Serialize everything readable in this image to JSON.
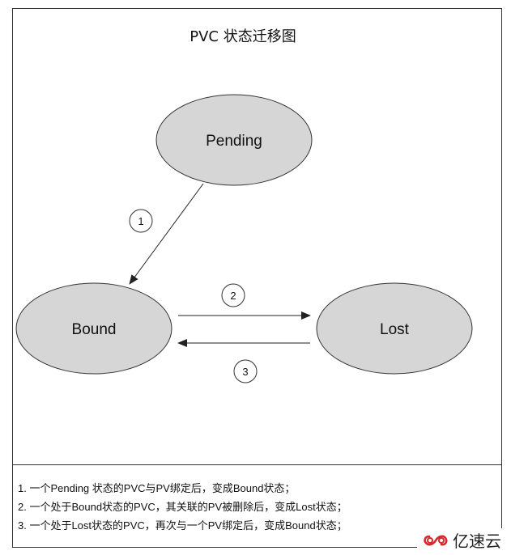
{
  "title": "PVC 状态迁移图",
  "states": {
    "pending": "Pending",
    "bound": "Bound",
    "lost": "Lost"
  },
  "transitions": [
    {
      "number": "1",
      "from": "Pending",
      "to": "Bound"
    },
    {
      "number": "2",
      "from": "Bound",
      "to": "Lost"
    },
    {
      "number": "3",
      "from": "Lost",
      "to": "Bound"
    }
  ],
  "notes": [
    "1. 一个Pending 状态的PVC与PV绑定后，变成Bound状态；",
    "2. 一个处于Bound状态的PVC，其关联的PV被删除后，变成Lost状态；",
    "3. 一个处于Lost状态的PVC，再次与一个PV绑定后，变成Bound状态；"
  ],
  "watermark": "亿速云",
  "colors": {
    "node_fill": "#d6d6d6",
    "stroke": "#333333",
    "watermark_accent": "#d9262c"
  }
}
